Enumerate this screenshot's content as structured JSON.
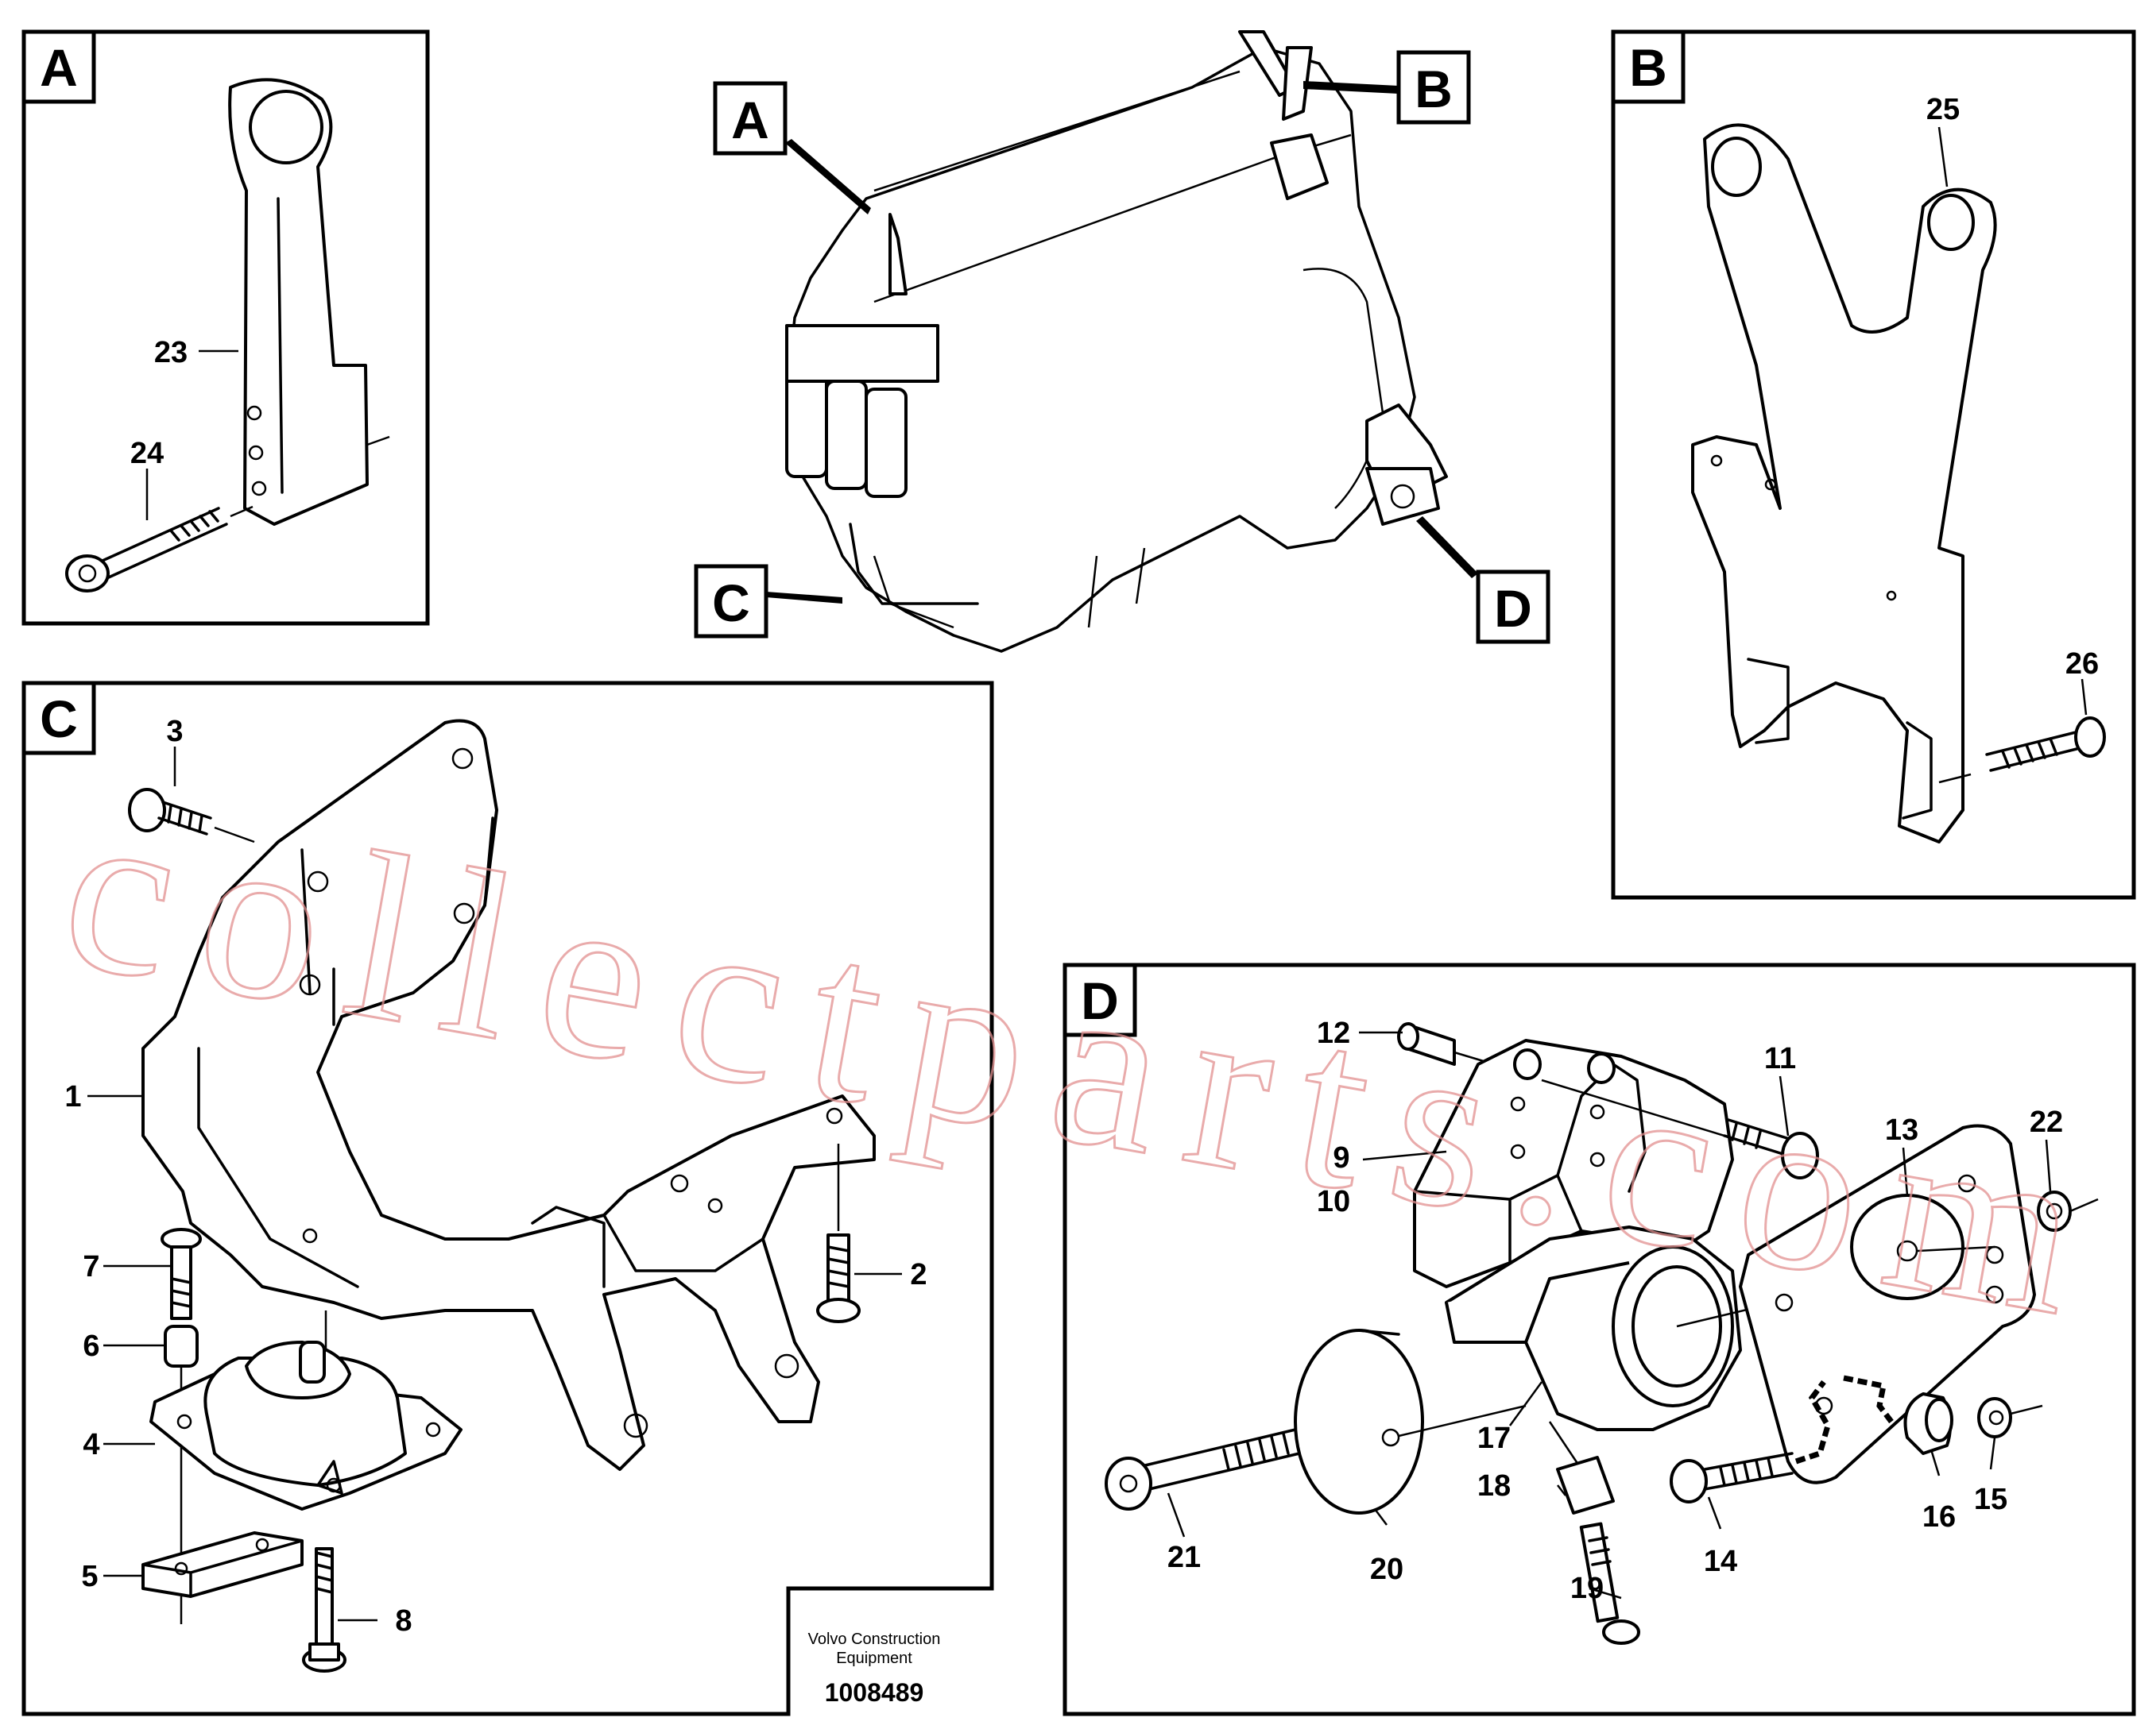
{
  "panels": {
    "A": {
      "tag": "A",
      "labels": [
        "23",
        "24"
      ]
    },
    "B": {
      "tag": "B",
      "labels": [
        "25",
        "26"
      ]
    },
    "C": {
      "tag": "C",
      "labels": [
        "3",
        "1",
        "7",
        "6",
        "4",
        "5",
        "8",
        "2"
      ]
    },
    "D": {
      "tag": "D",
      "labels": [
        "12",
        "11",
        "13",
        "22",
        "9",
        "10",
        "17",
        "18",
        "19",
        "21",
        "20",
        "14",
        "16",
        "15"
      ]
    }
  },
  "overview_tags": [
    "A",
    "B",
    "C",
    "D"
  ],
  "footer": {
    "line1": "Volvo Construction",
    "line2": "Equipment",
    "number": "1008489"
  },
  "watermark": "collectparts.com"
}
